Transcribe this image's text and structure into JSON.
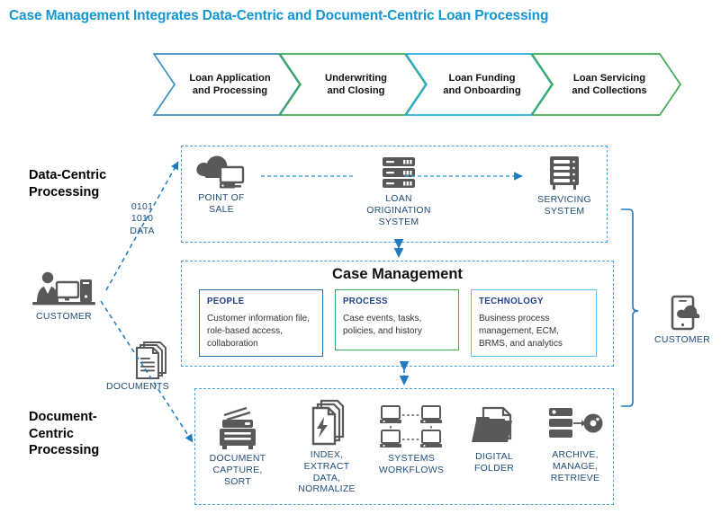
{
  "title": "Case Management Integrates Data-Centric and Document-Centric Loan Processing",
  "colors": {
    "title": "#1397d4",
    "chevron_blue": "#3d8fc4",
    "chevron_green": "#3fa953",
    "chevron_lightblue": "#29abe2",
    "zone_dash": "#3ea3e0",
    "caption": "#1f4e79",
    "icon_gray": "#58595b",
    "arrow_blue": "#1f7ac0",
    "pillar_people": "#2a6fad",
    "pillar_process": "#3fa953",
    "pillar_tech": "#5bc3ee"
  },
  "chevrons": [
    {
      "label": "Loan Application\nand Processing",
      "color": "#3d8fc4"
    },
    {
      "label": "Underwriting\nand Closing",
      "color": "#3fa953"
    },
    {
      "label": "Loan Funding\nand Onboarding",
      "color": "#29abe2"
    },
    {
      "label": "Loan Servicing\nand Collections",
      "color": "#3fa953"
    }
  ],
  "sections": {
    "data_centric": "Data-Centric\nProcessing",
    "document_centric": "Document-\nCentric\nProcessing"
  },
  "labels": {
    "data_stream": "0101\n1010\nDATA",
    "documents": "DOCUMENTS",
    "customer_left": "CUSTOMER",
    "customer_right": "CUSTOMER"
  },
  "data_row": [
    {
      "icon": "cloud-pos-icon",
      "caption": "POINT OF\nSALE"
    },
    {
      "icon": "server-stack-icon",
      "caption": "LOAN\nORIGINATION\nSYSTEM"
    },
    {
      "icon": "server-rack-icon",
      "caption": "SERVICING\nSYSTEM"
    }
  ],
  "case_management": {
    "heading": "Case Management",
    "pillars": [
      {
        "heading": "PEOPLE",
        "body": "Customer information file,\nrole-based access,\ncollaboration"
      },
      {
        "heading": "PROCESS",
        "body": "Case events, tasks,\npolicies, and history"
      },
      {
        "heading": "TECHNOLOGY",
        "body": "Business process\nmanagement, ECM,\nBRMS, and analytics"
      }
    ]
  },
  "document_row": [
    {
      "icon": "scanner-icon",
      "caption": "DOCUMENT\nCAPTURE,\nSORT"
    },
    {
      "icon": "document-bolt-icon",
      "caption": "INDEX,\nEXTRACT\nDATA,\nNORMALIZE"
    },
    {
      "icon": "network-workflow-icon",
      "caption": "SYSTEMS\nWORKFLOWS"
    },
    {
      "icon": "folder-document-icon",
      "caption": "DIGITAL\nFOLDER"
    },
    {
      "icon": "archive-disk-icon",
      "caption": "ARCHIVE,\nMANAGE,\nRETRIEVE"
    }
  ]
}
